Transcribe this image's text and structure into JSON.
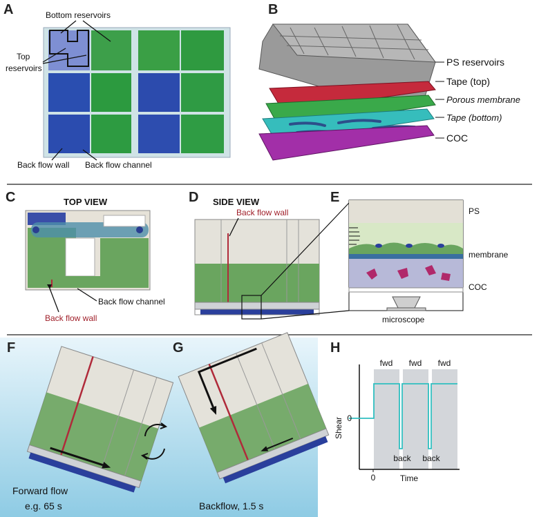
{
  "panels": {
    "a": {
      "letter": "A",
      "bottom_reservoirs": "Bottom reservoirs",
      "top_reservoirs_1": "Top",
      "top_reservoirs_2": "reservoirs",
      "back_flow_wall": "Back flow wall",
      "back_flow_channel": "Back flow channel"
    },
    "b": {
      "letter": "B",
      "layers": [
        "PS reservoirs",
        "Tape (top)",
        "Porous membrane",
        "Tape (bottom)",
        "COC"
      ]
    },
    "c": {
      "letter": "C",
      "title": "TOP VIEW",
      "back_flow_channel": "Back flow channel",
      "back_flow_wall": "Back flow wall"
    },
    "d": {
      "letter": "D",
      "title": "SIDE VIEW",
      "back_flow_wall": "Back flow wall"
    },
    "e": {
      "letter": "E",
      "ps": "PS",
      "membrane": "membrane",
      "coc": "COC",
      "microscope": "microscope"
    },
    "f": {
      "letter": "F",
      "caption_1": "Forward flow",
      "caption_2": "e.g. 65 s"
    },
    "g": {
      "letter": "G",
      "caption": "Backflow, 1.5 s"
    },
    "h": {
      "letter": "H",
      "ylabel": "Shear",
      "xlabel": "Time",
      "y_tick": "0",
      "x_tick": "0",
      "fwd": "fwd",
      "back": "back"
    }
  },
  "colors": {
    "green": "#5fae5a",
    "blue": "#2f4fb0",
    "red": "#b02a3a",
    "teal": "#3ec2c2",
    "magenta": "#9b2a9c",
    "grey": "#c9ccd1",
    "bg_blue": "#9fd1e6"
  }
}
